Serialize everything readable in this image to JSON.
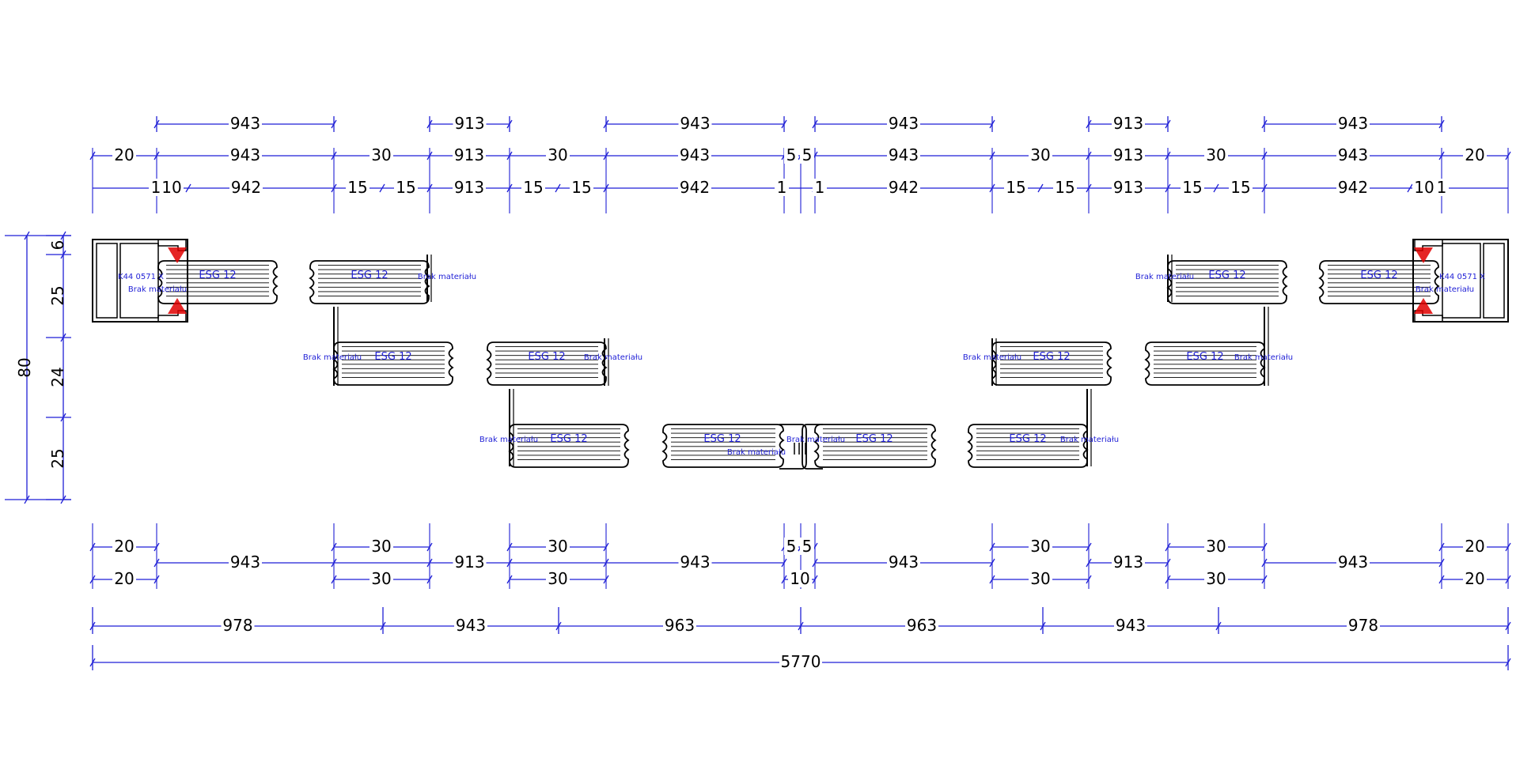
{
  "dimensions": {
    "row_top_wide": [
      "943",
      "913",
      "943",
      "943",
      "913",
      "943"
    ],
    "row_top_main": [
      "20",
      "943",
      "30",
      "913",
      "30",
      "943",
      "5",
      "5",
      "943",
      "30",
      "913",
      "30",
      "943",
      "20"
    ],
    "row_top_detail": [
      "1",
      "10",
      "942",
      "15",
      "15",
      "913",
      "15",
      "15",
      "942",
      "1",
      "1",
      "942",
      "15",
      "15",
      "913",
      "15",
      "15",
      "942",
      "10",
      "1"
    ],
    "vertical_total": "80",
    "vertical_parts": [
      "6",
      "25",
      "24",
      "25"
    ],
    "row_bottom_a": [
      "20",
      "30",
      "30",
      "5",
      "5",
      "30",
      "30",
      "20"
    ],
    "row_bottom_b_spans": [
      "943",
      "913",
      "943",
      "943",
      "913",
      "943"
    ],
    "row_bottom_c": [
      "20",
      "30",
      "30",
      "10",
      "30",
      "30",
      "20"
    ],
    "row_sections": [
      "978",
      "943",
      "963",
      "963",
      "943",
      "978"
    ],
    "overall_total": "5770"
  },
  "labels": {
    "glass": "ESG 12",
    "missing_material": "Brak materiału",
    "profile_code": "K44 0571 X"
  },
  "colors": {
    "dimension_line": "#1f1fd6",
    "outline": "#000000",
    "gasket": "#e00000"
  }
}
